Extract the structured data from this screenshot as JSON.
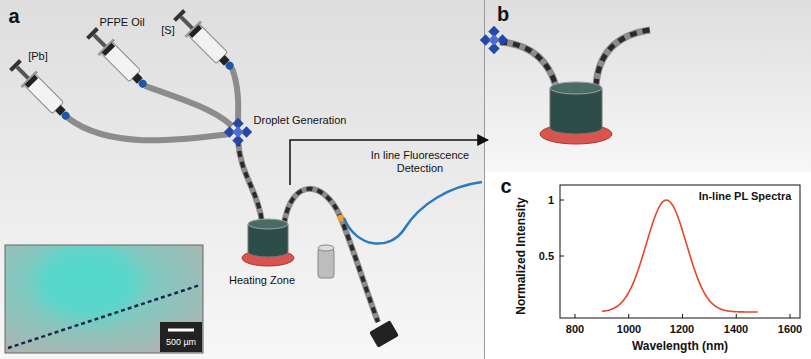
{
  "diagram": {
    "labels": [
      "a",
      "[Pb]",
      "PFPE Oil",
      "[S]",
      "Droplet Generation",
      "Heating Zone",
      "In line Fluorescence Detection",
      "500 µm",
      "b",
      "c",
      "In-line PL Spectra",
      "Normalized Intensity",
      "Wavelength (nm)",
      "1",
      "0.5",
      "800",
      "1000",
      "1200",
      "1400",
      "1600"
    ]
  }
}
